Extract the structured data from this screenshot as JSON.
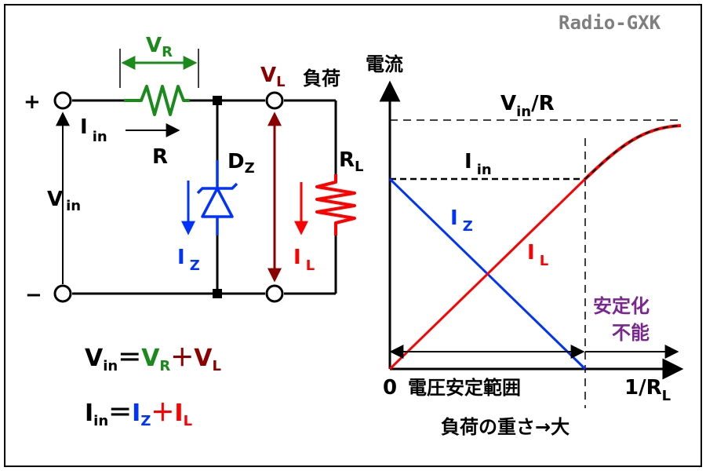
{
  "watermark": "Radio-GXK",
  "colors": {
    "black": "#000000",
    "green": "#1a8a1a",
    "darkred": "#8b0000",
    "red": "#ff0000",
    "blue": "#0033ff",
    "purple": "#7a2690"
  },
  "circuit": {
    "plus": "+",
    "minus": "−",
    "vr": "V",
    "vr_sub": "R",
    "vl": "V",
    "vl_sub": "L",
    "load": "負荷",
    "iin": "I",
    "iin_sub": "in",
    "r": "R",
    "dz": "D",
    "dz_sub": "Z",
    "rl": "R",
    "rl_sub": "L",
    "vin": "V",
    "vin_sub": "in",
    "iz": "I",
    "iz_sub": "Z",
    "il": "I",
    "il_sub": "L"
  },
  "equations": {
    "eq1": {
      "a": "V",
      "a_sub": "in",
      "eq": "＝",
      "b": "V",
      "b_sub": "R",
      "plus": "＋",
      "c": "V",
      "c_sub": "L"
    },
    "eq2": {
      "a": "I",
      "a_sub": "in",
      "eq": "＝",
      "b": "I",
      "b_sub": "Z",
      "plus": "＋",
      "c": "I",
      "c_sub": "L"
    }
  },
  "graph": {
    "y_axis": "電流",
    "vin_r": "V",
    "vin_r_sub": "in",
    "vin_r_tail": "/R",
    "iin": "I",
    "iin_sub": "in",
    "iz": "I",
    "iz_sub": "Z",
    "il": "I",
    "il_sub": "L",
    "unstable_1": "安定化",
    "unstable_2": "不能",
    "origin": "0",
    "range": "電圧安定範囲",
    "x_axis": "1/R",
    "x_axis_sub": "L",
    "bottom": "負荷の重さ→大"
  }
}
